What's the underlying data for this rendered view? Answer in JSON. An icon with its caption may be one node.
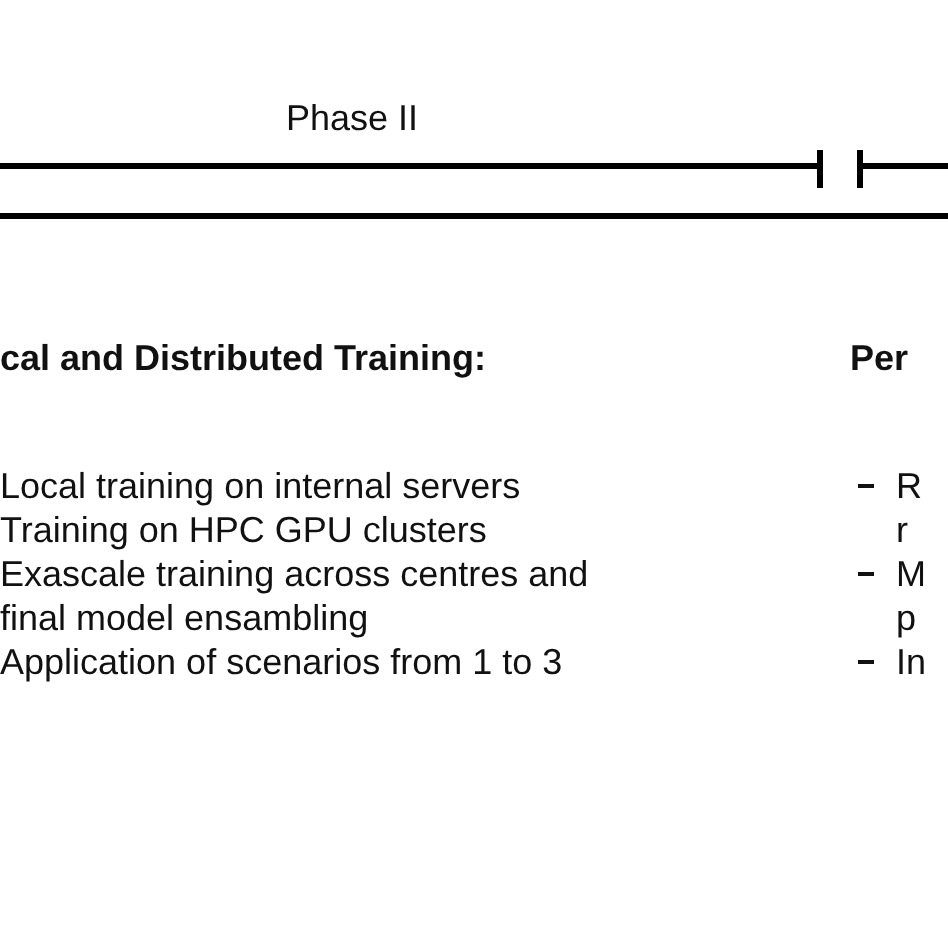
{
  "diagram": {
    "labels": [
      "Phase II",
      "cal and Distributed Training:",
      "Local training on internal servers",
      "Training on HPC GPU clusters",
      "Exascale training across centres and final model ensambling",
      "Application of scenarios from 1 to 3",
      "Per",
      "R r",
      "M p",
      "In"
    ]
  }
}
